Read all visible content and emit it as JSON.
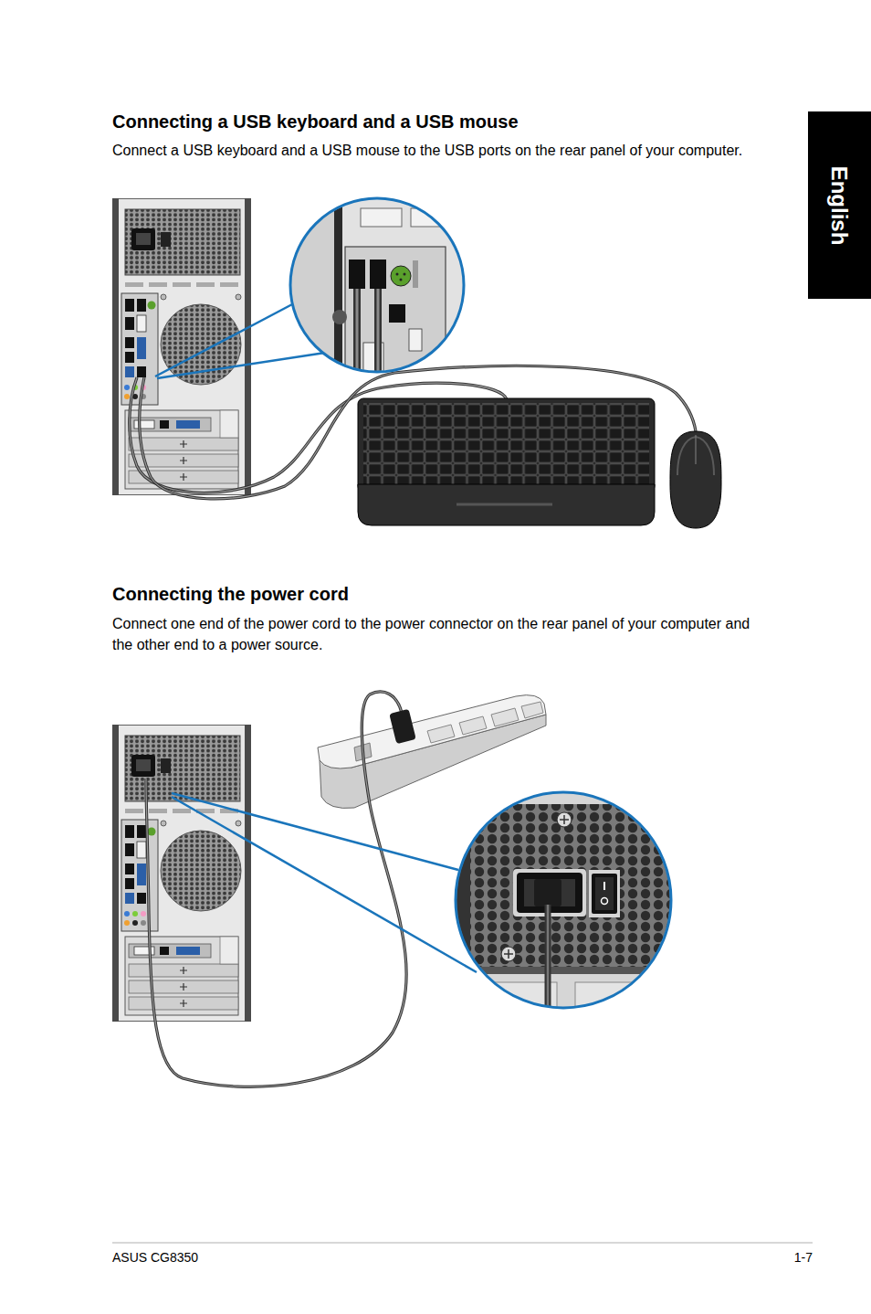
{
  "diagram": {
    "nodes": [
      {
        "text": [
          "English"
        ]
      }
    ],
    "labels": [
      "Connecting a USB keyboard and a USB mouse",
      "Connect a USB keyboard and a USB mouse to the USB ports on the rear panel of your computer.",
      "Connecting the power cord",
      "Connect one end of the power cord to the power connector on the rear panel of your computer and the other end to a power source.",
      "ASUS CG8350",
      "1-7"
    ]
  }
}
